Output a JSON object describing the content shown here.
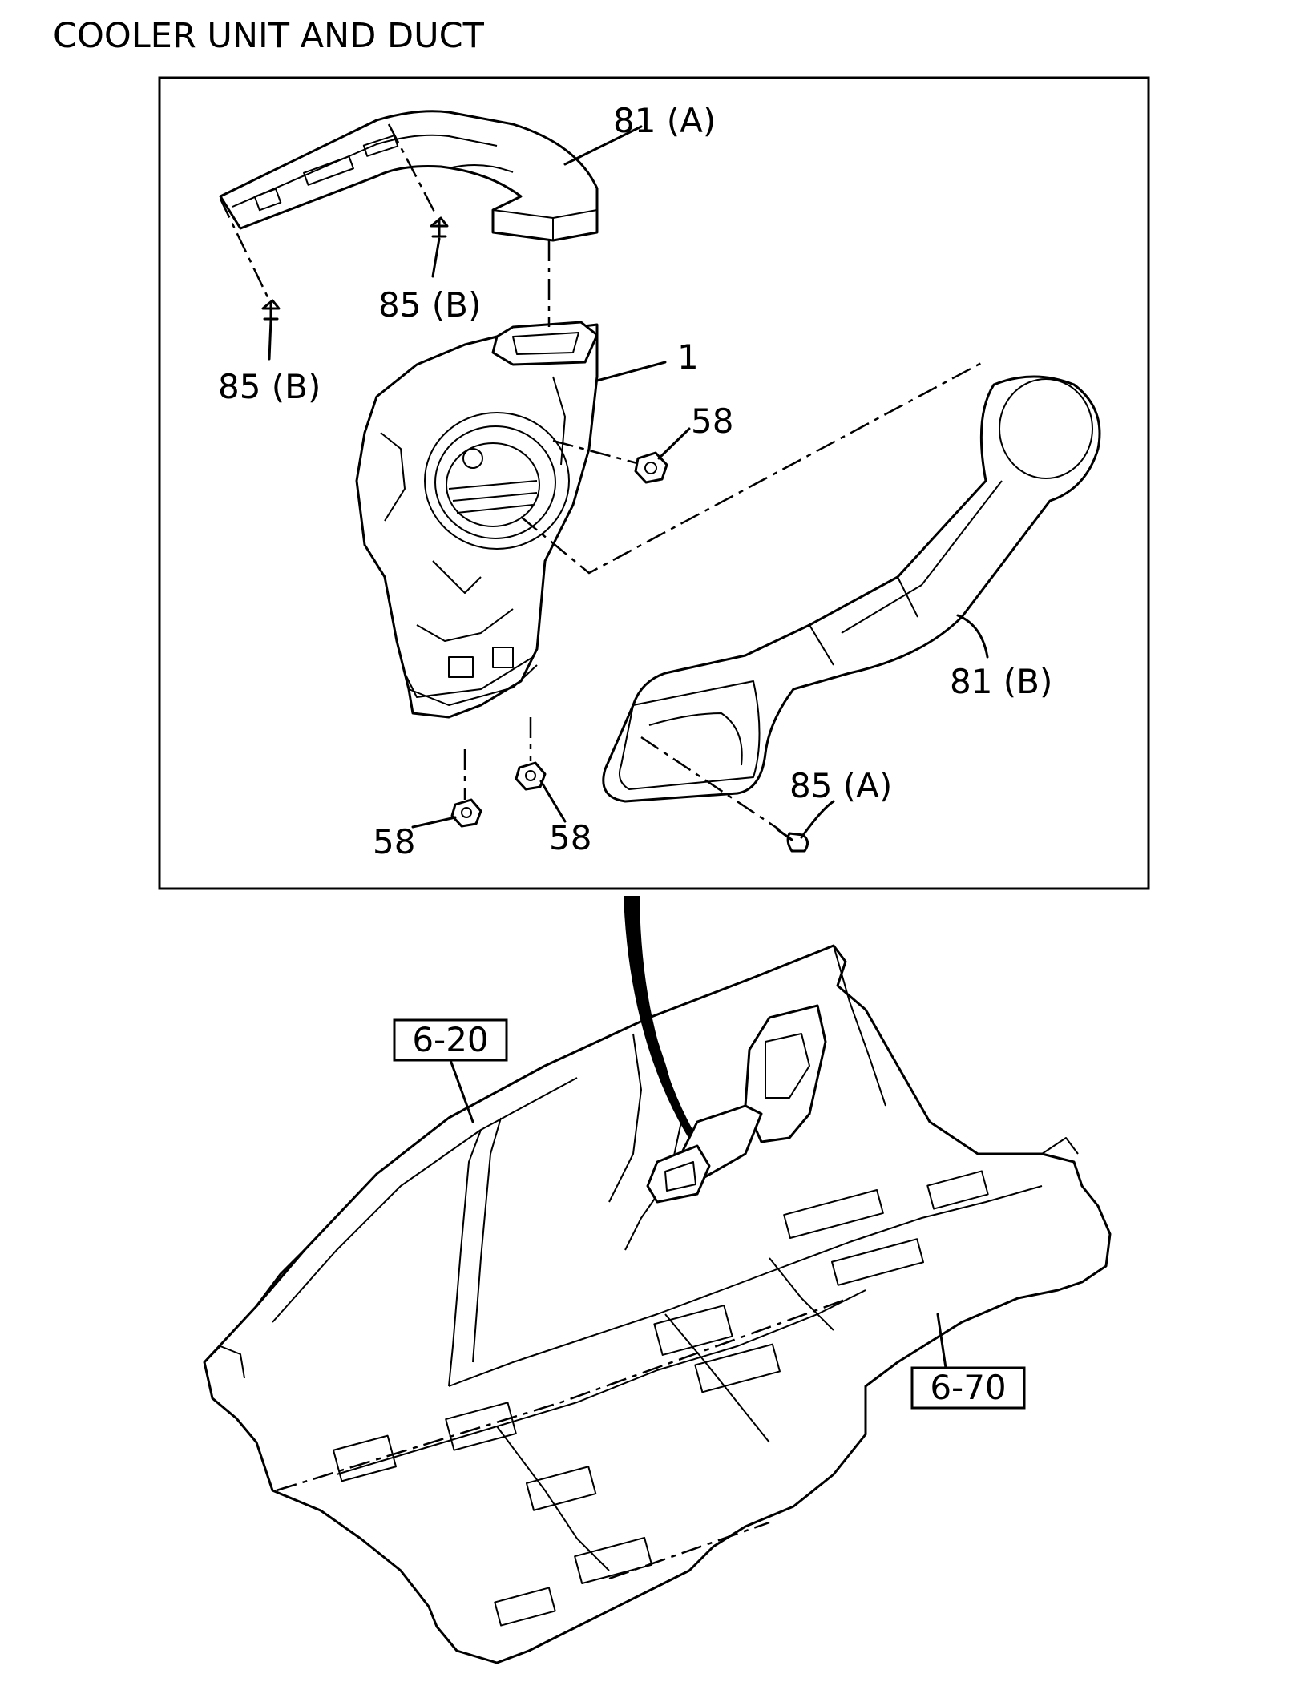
{
  "title": "COOLER UNIT AND DUCT",
  "callouts": {
    "duct_upper": "81 (A)",
    "duct_lower": "81 (B)",
    "clip_upper_right": "85 (B)",
    "clip_upper_left": "85 (B)",
    "unit": "1",
    "nut_right": "58",
    "nut_bottom_left": "58",
    "nut_bottom_right": "58",
    "screw": "85 (A)"
  },
  "references": {
    "body_side": "6-20",
    "floor": "6-70"
  }
}
